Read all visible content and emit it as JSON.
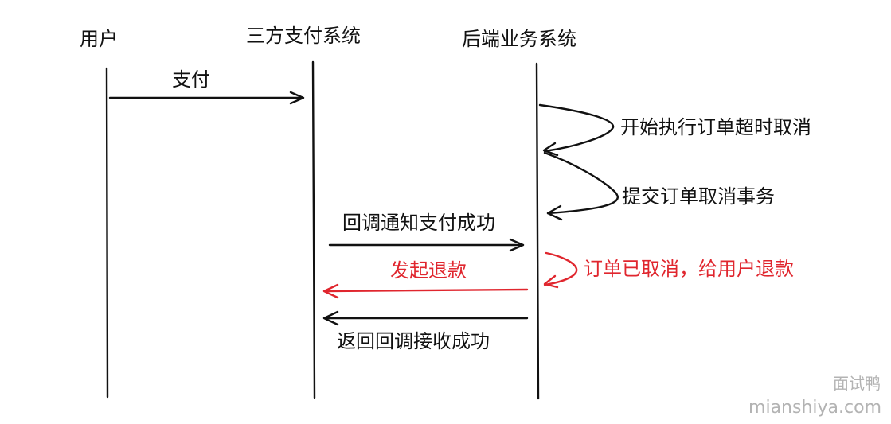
{
  "lanes": {
    "user": "用户",
    "third_party": "三方支付系统",
    "backend": "后端业务系统"
  },
  "messages": {
    "pay": "支付",
    "timeout_cancel": "开始执行订单超时取消",
    "commit_cancel": "提交订单取消事务",
    "callback_success": "回调通知支付成功",
    "initiate_refund": "发起退款",
    "order_cancelled_refund": "订单已取消，给用户退款",
    "return_callback_success": "返回回调接收成功"
  },
  "watermark": {
    "name": "面试鸭",
    "domain": "mianshiya.com"
  },
  "colors": {
    "ink": "#111111",
    "highlight": "#e0262e",
    "watermark": "#b3b3b3"
  }
}
